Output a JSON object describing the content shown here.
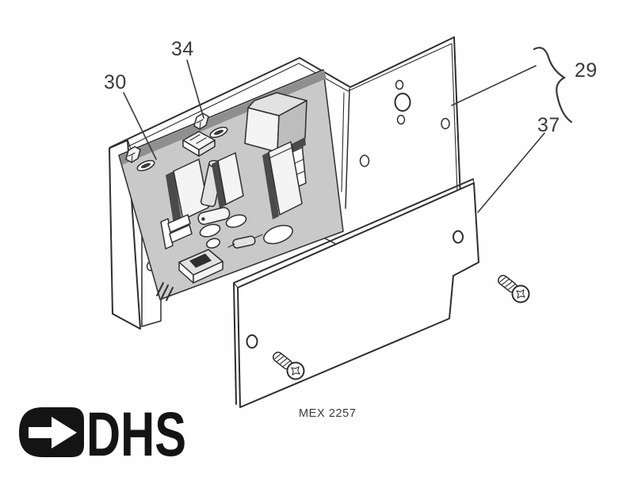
{
  "figure": {
    "caption": "MEX 2257",
    "logo": {
      "text": "DHS"
    },
    "callouts": {
      "c29": "29",
      "c30": "30",
      "c34": "34",
      "c37": "37"
    }
  },
  "colors": {
    "background": "#fefefe",
    "line": "#2e2e2e",
    "label": "#3a3a3a",
    "pcb": "#c9c9c9",
    "pcb_edge": "#8f8f8f",
    "panel": "#ffffff",
    "shadow": "#4a4a4a",
    "logo": "#141414"
  }
}
